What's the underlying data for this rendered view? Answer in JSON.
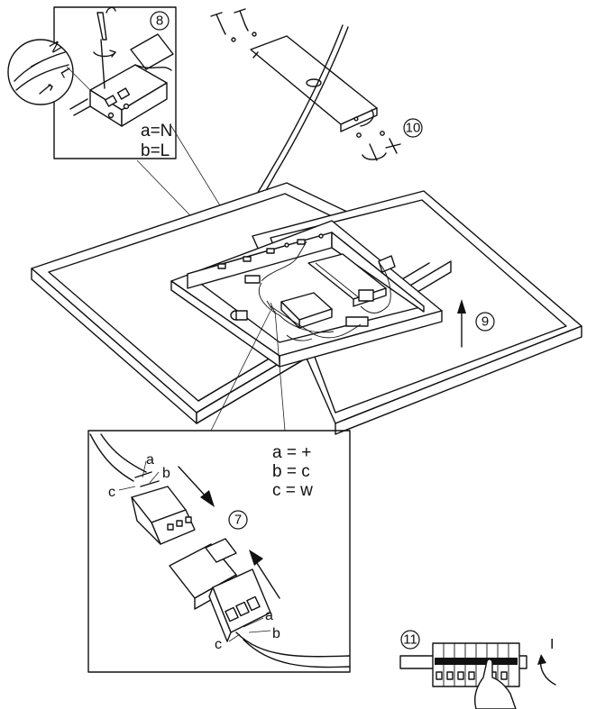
{
  "steps": {
    "s7": "7",
    "s8": "8",
    "s9": "9",
    "s10": "10",
    "s11": "11"
  },
  "wiring_legend": {
    "a": "a=N",
    "b": "b=L"
  },
  "wire_labels": {
    "n": "N",
    "l": "L"
  },
  "connector_legend": {
    "a": "a = +",
    "b": "b = c",
    "c": "c = w"
  },
  "connector_labels": {
    "top_a": "a",
    "top_b": "b",
    "top_c": "c",
    "bottom_a": "a",
    "bottom_b": "b",
    "bottom_c": "c"
  },
  "switch_label": "I"
}
